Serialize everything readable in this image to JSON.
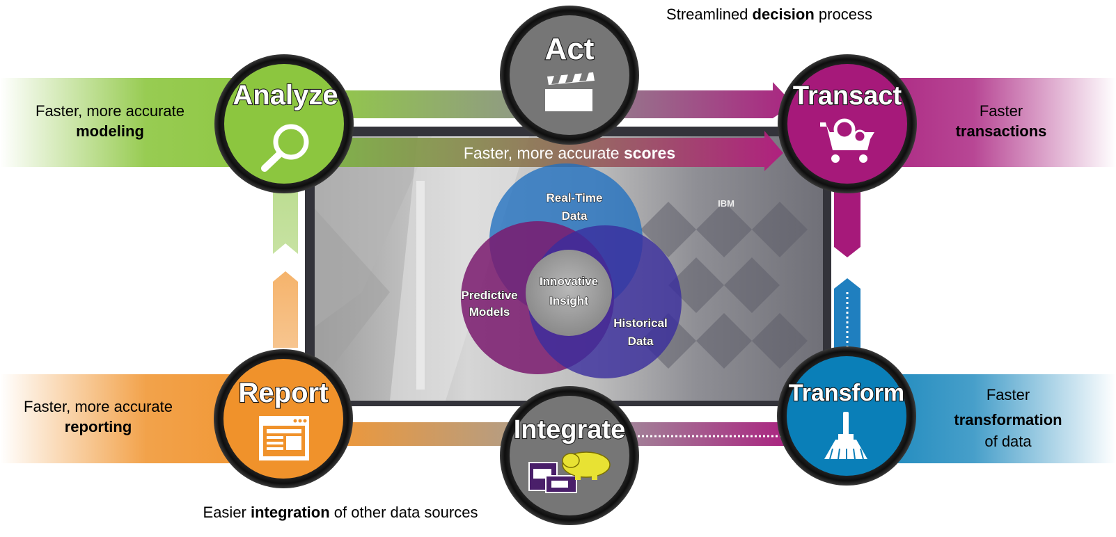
{
  "captions": {
    "act": {
      "pre": "Streamlined ",
      "bold": "decision",
      "post": " process"
    },
    "analyze": {
      "line1": "Faster, more accurate",
      "bold": "modeling"
    },
    "transact": {
      "line1": "Faster",
      "bold": "transactions"
    },
    "report": {
      "line1": "Faster, more accurate",
      "bold": "reporting"
    },
    "transform": {
      "line1": "Faster",
      "bold": "transformation",
      "line3": "of data"
    },
    "integrate": {
      "pre": "Easier ",
      "bold": "integration",
      "post": " of other data sources"
    },
    "scores": {
      "pre": "Faster, more accurate ",
      "bold": "scores"
    }
  },
  "nodes": {
    "act": {
      "label": "Act",
      "color": "#767676",
      "icon": "clapperboard-icon"
    },
    "analyze": {
      "label": "Analyze",
      "color": "#8cc63f",
      "icon": "magnifier-icon"
    },
    "transact": {
      "label": "Transact",
      "color": "#a6197a",
      "icon": "shopping-cart-gear-icon"
    },
    "report": {
      "label": "Report",
      "color": "#f0922b",
      "icon": "report-window-icon"
    },
    "integrate": {
      "label": "Integrate",
      "color": "#767676",
      "icon": "hadoop-elephant-icon"
    },
    "transform": {
      "label": "Transform",
      "color": "#0a7fb8",
      "icon": "broom-icon"
    }
  },
  "venn": {
    "top": {
      "line1": "Real-Time",
      "line2": "Data",
      "color": "#1f6fc0"
    },
    "left": {
      "line1": "Predictive",
      "line2": "Models",
      "color": "#7a1a6e"
    },
    "right": {
      "line1": "Historical",
      "line2": "Data",
      "color": "#3a2d9e"
    },
    "center": {
      "line1": "Innovative",
      "line2": "Insight"
    }
  },
  "logo_text": "IBM"
}
